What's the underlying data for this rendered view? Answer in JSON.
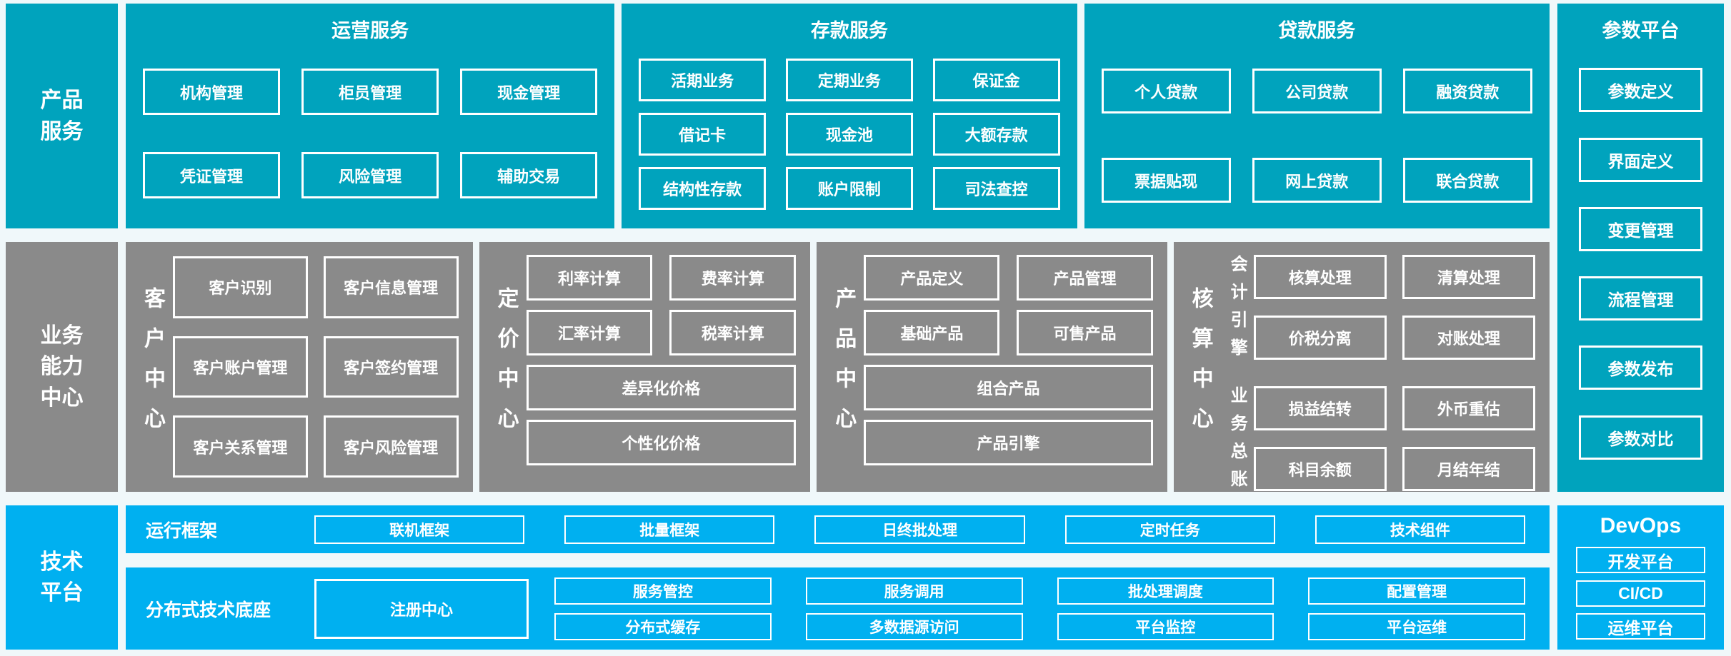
{
  "colors": {
    "teal": "#00A3BD",
    "gray": "#8A8A8A",
    "bright_blue": "#00B0F0",
    "background": "#F0F8FA",
    "box_border": "#FFFFFF",
    "text": "#FFFFFF"
  },
  "row_labels": {
    "product_services": "产品\n服务",
    "business_capability_center": "业务\n能力\n中心",
    "technology_platform": "技术\n平台"
  },
  "product_row": {
    "sections": [
      {
        "title": "运营服务",
        "items": [
          "机构管理",
          "柜员管理",
          "现金管理",
          "凭证管理",
          "风险管理",
          "辅助交易"
        ]
      },
      {
        "title": "存款服务",
        "items": [
          "活期业务",
          "定期业务",
          "保证金",
          "借记卡",
          "现金池",
          "大额存款",
          "结构性存款",
          "账户限制",
          "司法查控"
        ]
      },
      {
        "title": "贷款服务",
        "items": [
          "个人贷款",
          "公司贷款",
          "融资贷款",
          "票据贴现",
          "网上贷款",
          "联合贷款"
        ]
      }
    ]
  },
  "business_row": {
    "sections": [
      {
        "label": "客户中心",
        "items": [
          "客户识别",
          "客户信息管理",
          "客户账户管理",
          "客户签约管理",
          "客户关系管理",
          "客户风险管理"
        ]
      },
      {
        "label": "定价中心",
        "items": [
          "利率计算",
          "费率计算",
          "汇率计算",
          "税率计算"
        ],
        "wide_items": [
          "差异化价格",
          "个性化价格"
        ]
      },
      {
        "label": "产品中心",
        "items": [
          "产品定义",
          "产品管理",
          "基础产品",
          "可售产品"
        ],
        "wide_items": [
          "组合产品",
          "产品引擎"
        ]
      },
      {
        "label": "核算中心",
        "groups": [
          {
            "label": "会计引擎",
            "items": [
              "核算处理",
              "清算处理",
              "价税分离",
              "对账处理"
            ]
          },
          {
            "label": "业务总账",
            "items": [
              "损益结转",
              "外币重估",
              "科目余额",
              "月结年结"
            ]
          }
        ]
      }
    ]
  },
  "technology_row": {
    "bands": [
      {
        "label": "运行框架",
        "items": [
          "联机框架",
          "批量框架",
          "日终批处理",
          "定时任务",
          "技术组件"
        ]
      },
      {
        "label": "分布式技术底座",
        "tall_item": "注册中心",
        "stacked_columns": [
          [
            "服务管控",
            "分布式缓存"
          ],
          [
            "服务调用",
            "多数据源访问"
          ],
          [
            "批处理调度",
            "平台监控"
          ],
          [
            "配置管理",
            "平台运维"
          ]
        ]
      }
    ]
  },
  "parameter_platform": {
    "title": "参数平台",
    "items": [
      "参数定义",
      "界面定义",
      "变更管理",
      "流程管理",
      "参数发布",
      "参数对比"
    ]
  },
  "devops": {
    "title": "DevOps",
    "items": [
      "开发平台",
      "CI/CD",
      "运维平台"
    ]
  }
}
